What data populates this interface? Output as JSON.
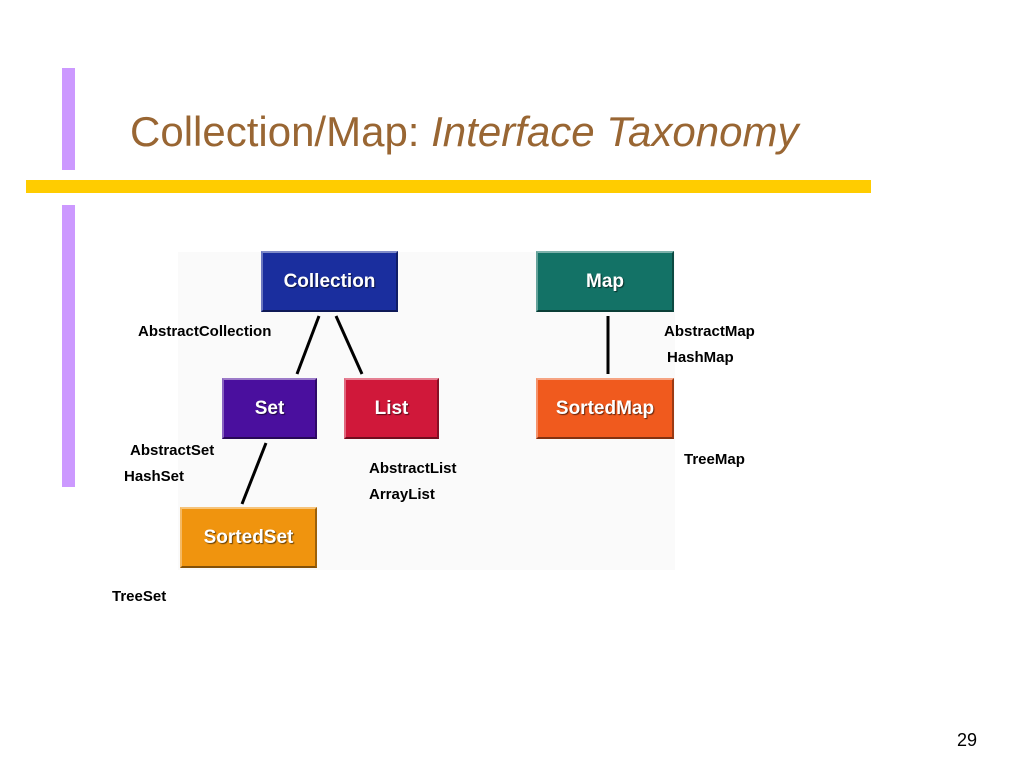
{
  "slide": {
    "title_main": "Collection/Map: ",
    "title_italic": "Interface Taxonomy",
    "page_number": "29"
  },
  "colors": {
    "title": "#996633",
    "accent_bar_vertical": "#cc99ff",
    "accent_bar_horizontal": "#ffcc00",
    "collection": "#1a2e9e",
    "map": "#137266",
    "set": "#4a0f9e",
    "list": "#d0183a",
    "sortedmap": "#f05a1e",
    "sortedset": "#f0940e"
  },
  "diagram": {
    "nodes": {
      "collection": "Collection",
      "map": "Map",
      "set": "Set",
      "list": "List",
      "sortedmap": "SortedMap",
      "sortedset": "SortedSet"
    },
    "labels": {
      "abstract_collection": "AbstractCollection",
      "abstract_map": "AbstractMap",
      "hash_map": "HashMap",
      "abstract_set": "AbstractSet",
      "hash_set": "HashSet",
      "abstract_list": "AbstractList",
      "array_list": "ArrayList",
      "tree_map": "TreeMap",
      "tree_set": "TreeSet"
    }
  }
}
